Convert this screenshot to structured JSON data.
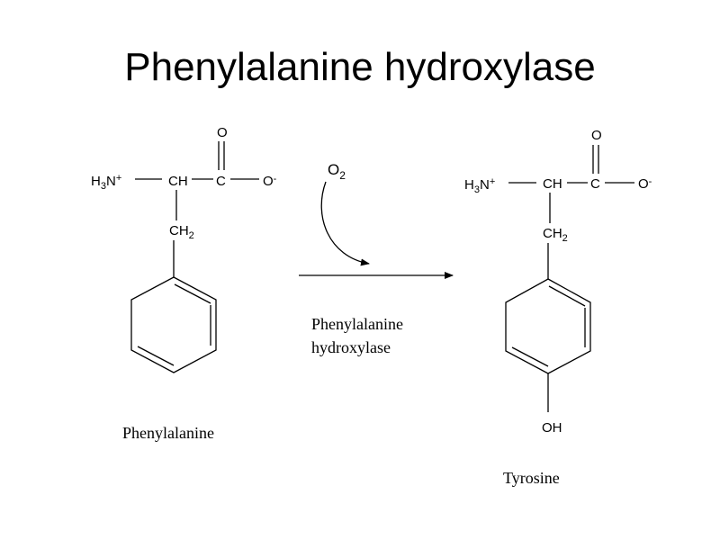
{
  "slide": {
    "title": "Phenylalanine hydroxylase"
  },
  "reaction": {
    "cofactor": "O",
    "cofactor_subscript": "2",
    "enzyme_line1": "Phenylalanine",
    "enzyme_line2": "hydroxylase"
  },
  "substrate": {
    "name": "Phenylalanine",
    "amine_prefix": "H",
    "amine_subscript": "3",
    "amine_suffix": "N",
    "amine_charge": "+",
    "alpha_carbon": "CH",
    "carbonyl_carbon": "C",
    "carbonyl_oxygen": "O",
    "carboxylate_oxygen": "O",
    "carboxylate_charge": "-",
    "side_chain": "CH",
    "side_chain_subscript": "2"
  },
  "product": {
    "name": "Tyrosine",
    "amine_prefix": "H",
    "amine_subscript": "3",
    "amine_suffix": "N",
    "amine_charge": "+",
    "alpha_carbon": "CH",
    "carbonyl_carbon": "C",
    "carbonyl_oxygen": "O",
    "carboxylate_oxygen": "O",
    "carboxylate_charge": "-",
    "side_chain": "CH",
    "side_chain_subscript": "2",
    "hydroxyl": "OH"
  }
}
